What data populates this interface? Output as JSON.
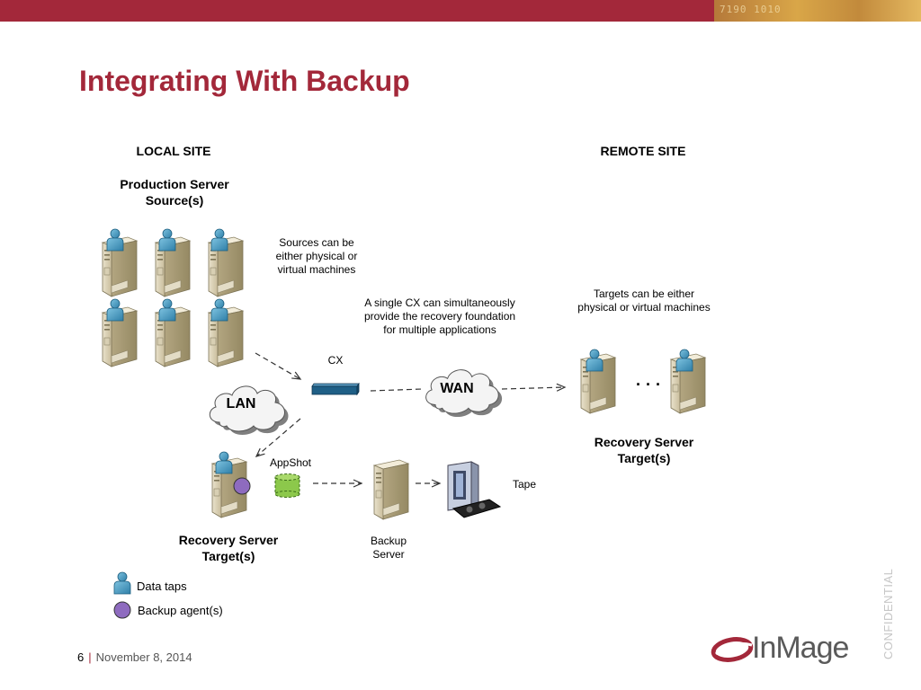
{
  "header": {
    "deco_text": "7190 1010"
  },
  "title": "Integrating With Backup",
  "local_site": {
    "heading": "LOCAL SITE",
    "production_label_1": "Production Server",
    "production_label_2": "Source(s)"
  },
  "remote_site": {
    "heading": "REMOTE SITE"
  },
  "notes": {
    "sources_1": "Sources can be",
    "sources_2": "either physical or",
    "sources_3": "virtual machines",
    "cx_1": "A single CX can simultaneously",
    "cx_2": "provide the recovery foundation",
    "cx_3": "for multiple applications",
    "targets_1": "Targets can be either",
    "targets_2": "physical or virtual machines"
  },
  "nodes": {
    "lan": "LAN",
    "wan": "WAN",
    "cx": "CX",
    "ellipsis": "· · ·",
    "appshot": "AppShot",
    "tape": "Tape",
    "backup_server_1": "Backup",
    "backup_server_2": "Server"
  },
  "recovery_remote": {
    "line1": "Recovery Server",
    "line2": "Target(s)"
  },
  "recovery_local": {
    "line1": "Recovery Server",
    "line2": "Target(s)"
  },
  "legend": {
    "data_taps": "Data taps",
    "backup_agents": "Backup agent(s)"
  },
  "watermark": "CONFIDENTIAL",
  "footer": {
    "page": "6",
    "separator": "|",
    "date": "November 8, 2014"
  },
  "logo": {
    "text": "InMage"
  },
  "colors": {
    "brand_red": "#a3283a",
    "agent_purple": "#8e6bbf",
    "appshot_green": "#8cc84b",
    "cx_blue": "#1f5f86"
  }
}
